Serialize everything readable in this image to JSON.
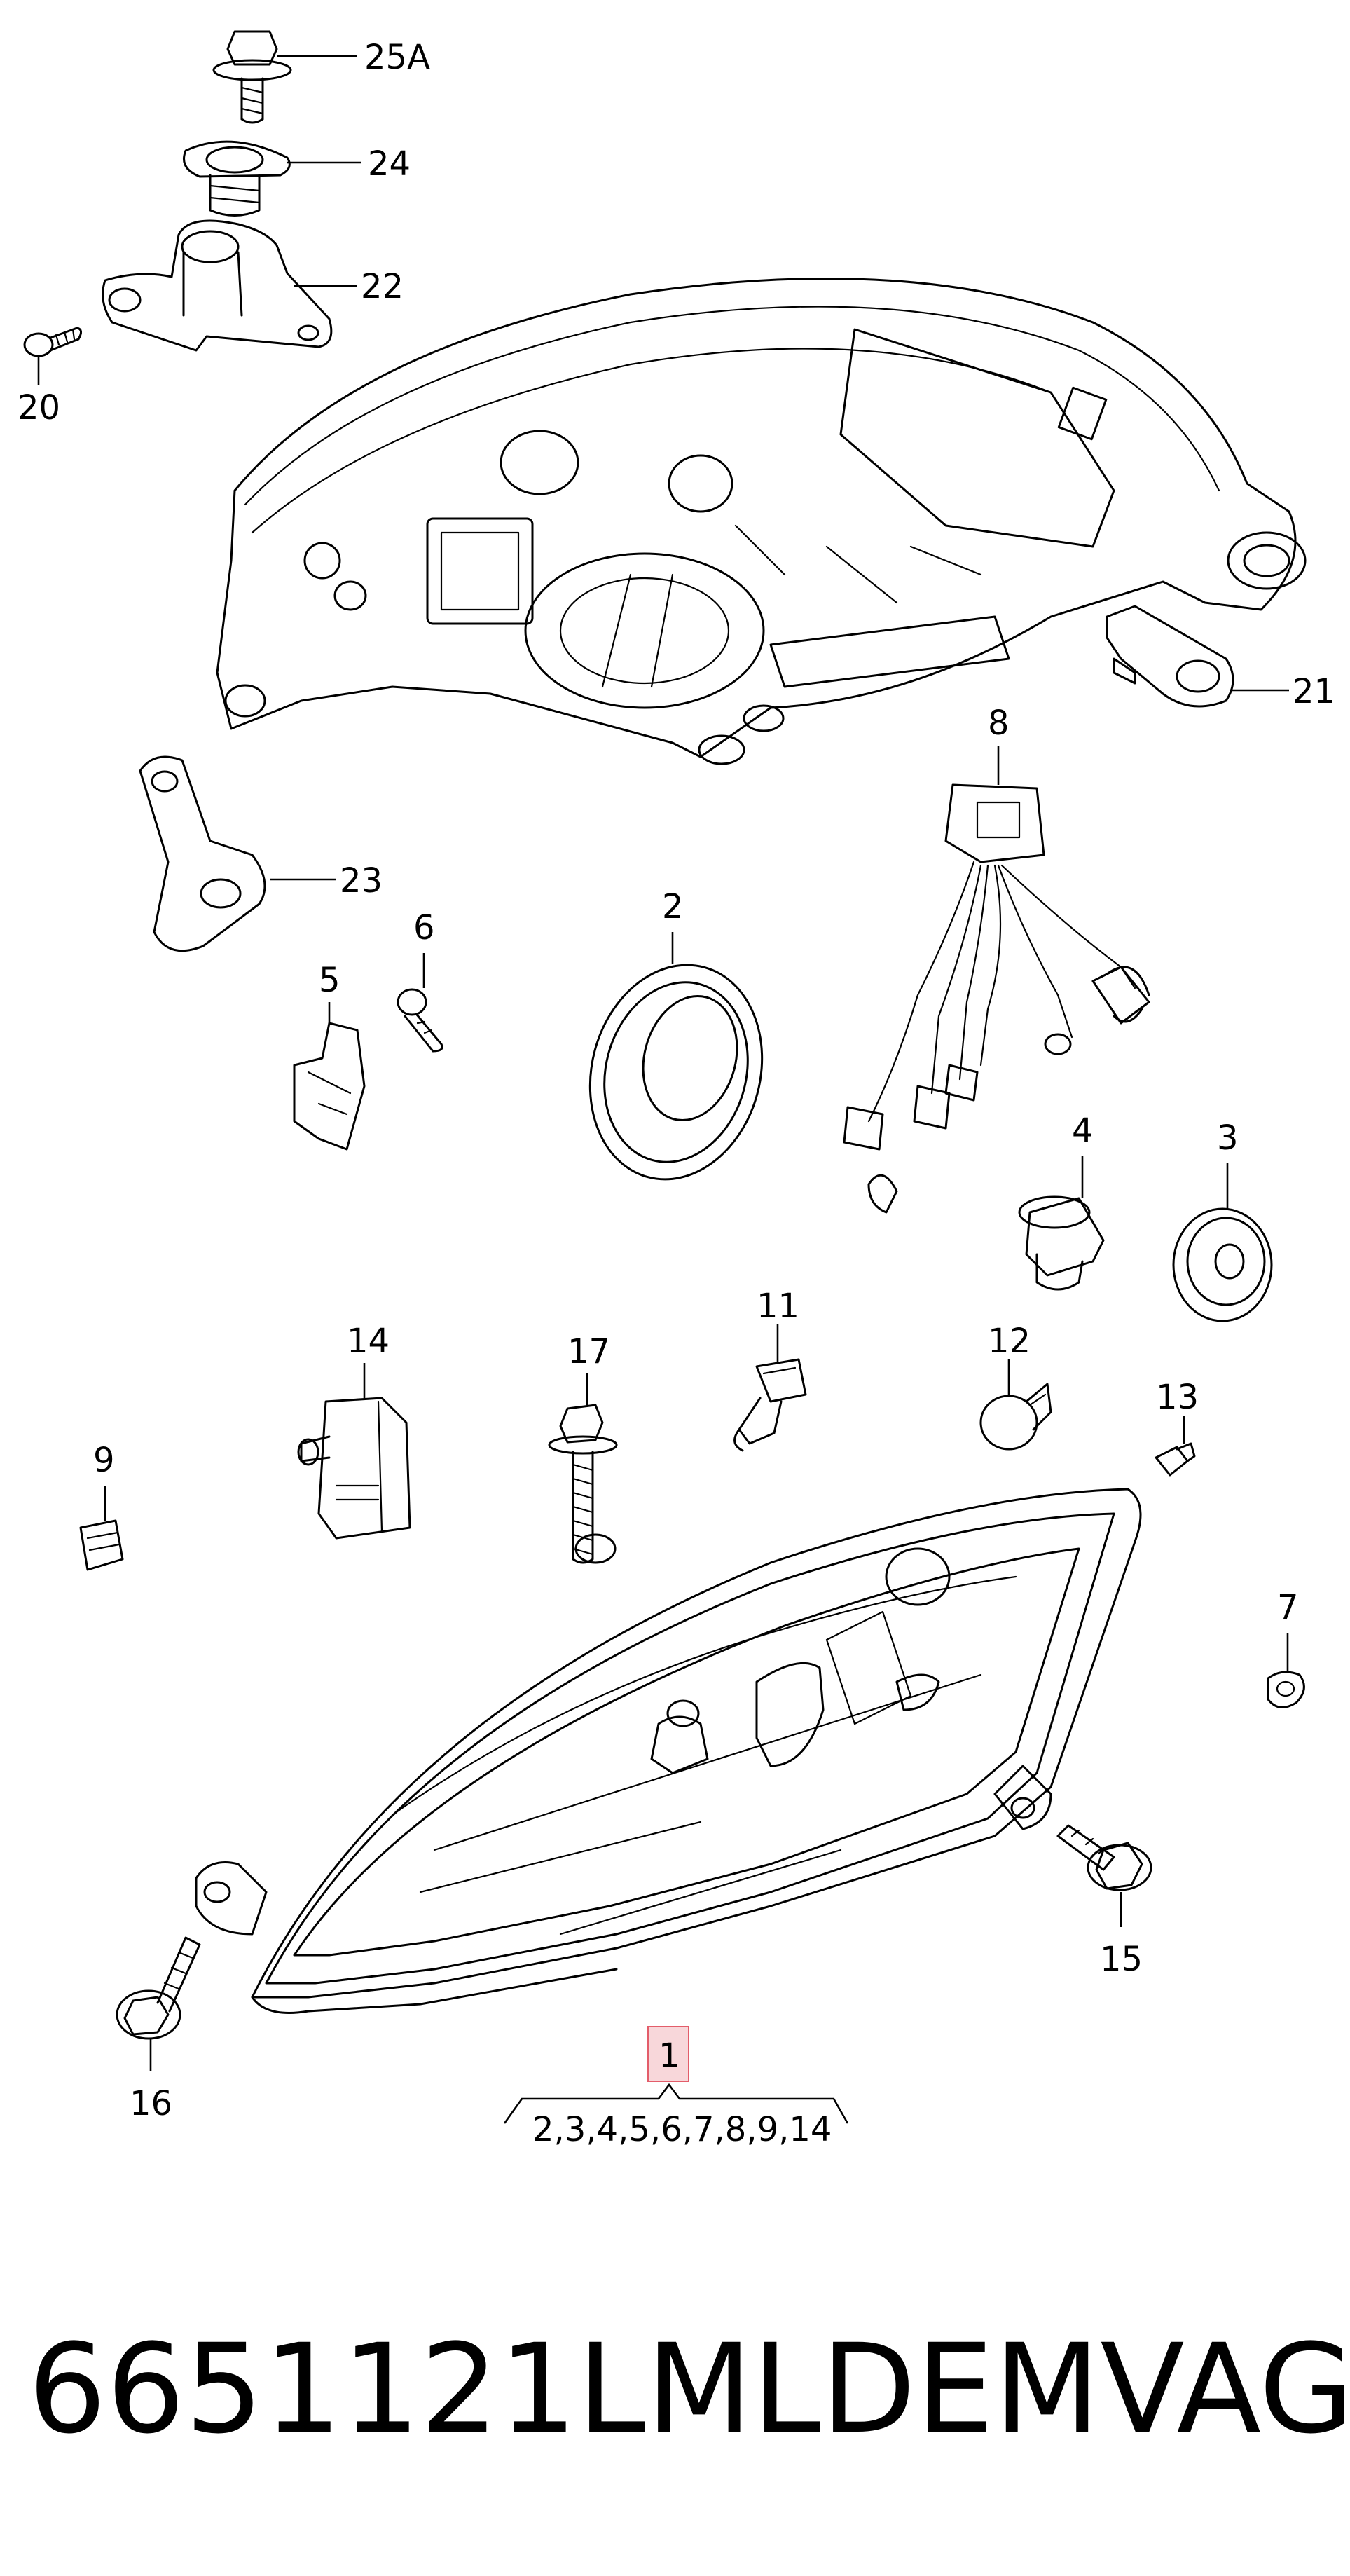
{
  "callouts": {
    "p25a": "25A",
    "p24": "24",
    "p22": "22",
    "p20": "20",
    "p21": "21",
    "p23": "23",
    "p8": "8",
    "p6": "6",
    "p5": "5",
    "p2": "2",
    "p4": "4",
    "p3": "3",
    "p11": "11",
    "p14": "14",
    "p17": "17",
    "p12": "12",
    "p13": "13",
    "p9": "9",
    "p7": "7",
    "p15": "15",
    "p16": "16",
    "p1": "1"
  },
  "assembly_contents": "2,3,4,5,6,7,8,9,14",
  "highlight_color": "#f8d7da",
  "highlight_border": "#e35d6a",
  "footer": {
    "part_number": "6651121LMLDEM",
    "brand": "VAG"
  }
}
